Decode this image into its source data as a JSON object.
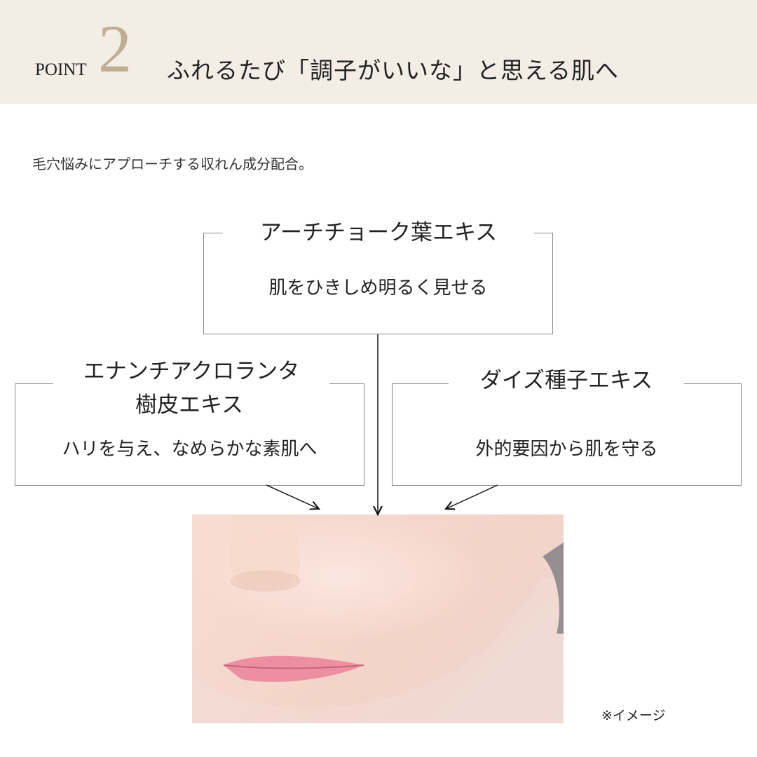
{
  "header": {
    "point_label": "POINT",
    "point_number": "2",
    "title": "ふれるたび「調子がいいな」と思える肌へ"
  },
  "lead": "毛穴悩みにアプローチする収れん成分配合。",
  "ingredients": [
    {
      "name": "アーチチョーク葉エキス",
      "effect": "肌をひきしめ明るく見せる"
    },
    {
      "name_line1": "エナンチアクロランタ",
      "name_line2": "樹皮エキス",
      "effect": "ハリを与え、なめらかな素肌へ"
    },
    {
      "name": "ダイズ種子エキス",
      "effect": "外的要因から肌を守る"
    }
  ],
  "caption": "※イメージ",
  "colors": {
    "header_bg": "#f3ede6",
    "accent": "#bfae92"
  }
}
